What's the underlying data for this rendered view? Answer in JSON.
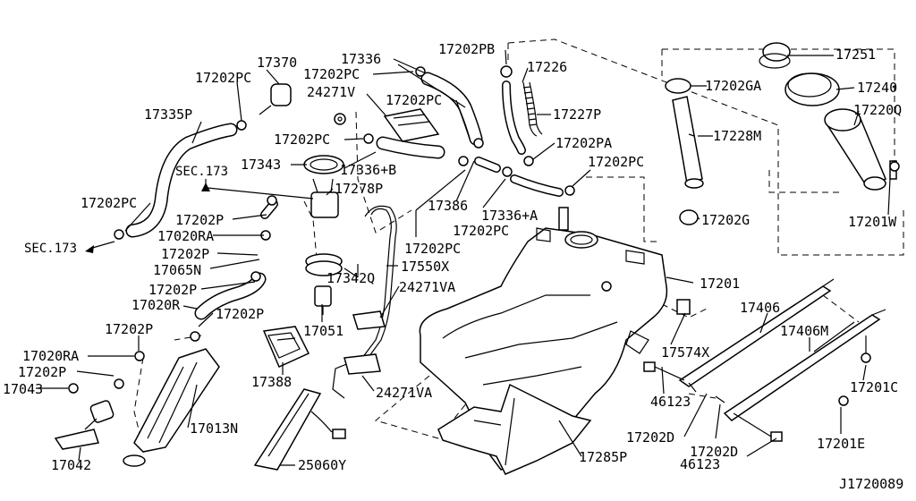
{
  "diagram_id": "J1720089",
  "labels": {
    "p17370": "17370",
    "p17202pc_a": "17202PC",
    "p17335p": "17335P",
    "p17336": "17336",
    "p17202pc_b": "17202PC",
    "p24271v": "24271V",
    "p17202pb": "17202PB",
    "p17226": "17226",
    "p17251": "17251",
    "p17202ga": "17202GA",
    "p17240": "17240",
    "p17202pc_c": "17202PC",
    "p17227p": "17227P",
    "p17220q": "17220Q",
    "p17202pc_d": "17202PC",
    "p17228m": "17228M",
    "p17202pa": "17202PA",
    "sec173_a": "SEC.173",
    "p17343": "17343",
    "p17336b": "17336+B",
    "p17202pc_e": "17202PC",
    "p17278p": "17278P",
    "p17202pc_f": "17202PC",
    "p17386": "17386",
    "p17336a": "17336+A",
    "p17202g": "17202G",
    "p17201w": "17201W",
    "p17202p_a": "17202P",
    "p17020ra_a": "17020RA",
    "p17202pc_g": "17202PC",
    "sec173_b": "SEC.173",
    "p17202p_b": "17202P",
    "p17065n": "17065N",
    "p17202pc_h": "17202PC",
    "p17550x": "17550X",
    "p17342q": "17342Q",
    "p17202p_c": "17202P",
    "p24271va_a": "24271VA",
    "p17201": "17201",
    "p17020r": "17020R",
    "p17202p_d": "17202P",
    "p17406": "17406",
    "p17406m": "17406M",
    "p17202p_e": "17202P",
    "p17051": "17051",
    "p17574x": "17574X",
    "p17020ra_b": "17020RA",
    "p17202p_f": "17202P",
    "p17043": "17043",
    "p17388": "17388",
    "p17201c": "17201C",
    "p46123_a": "46123",
    "p24271va_b": "24271VA",
    "p17013n": "17013N",
    "p17202d_a": "17202D",
    "p17201e": "17201E",
    "p17285p": "17285P",
    "p17202d_b": "17202D",
    "p46123_b": "46123",
    "p17042": "17042",
    "p25060y": "25060Y"
  }
}
